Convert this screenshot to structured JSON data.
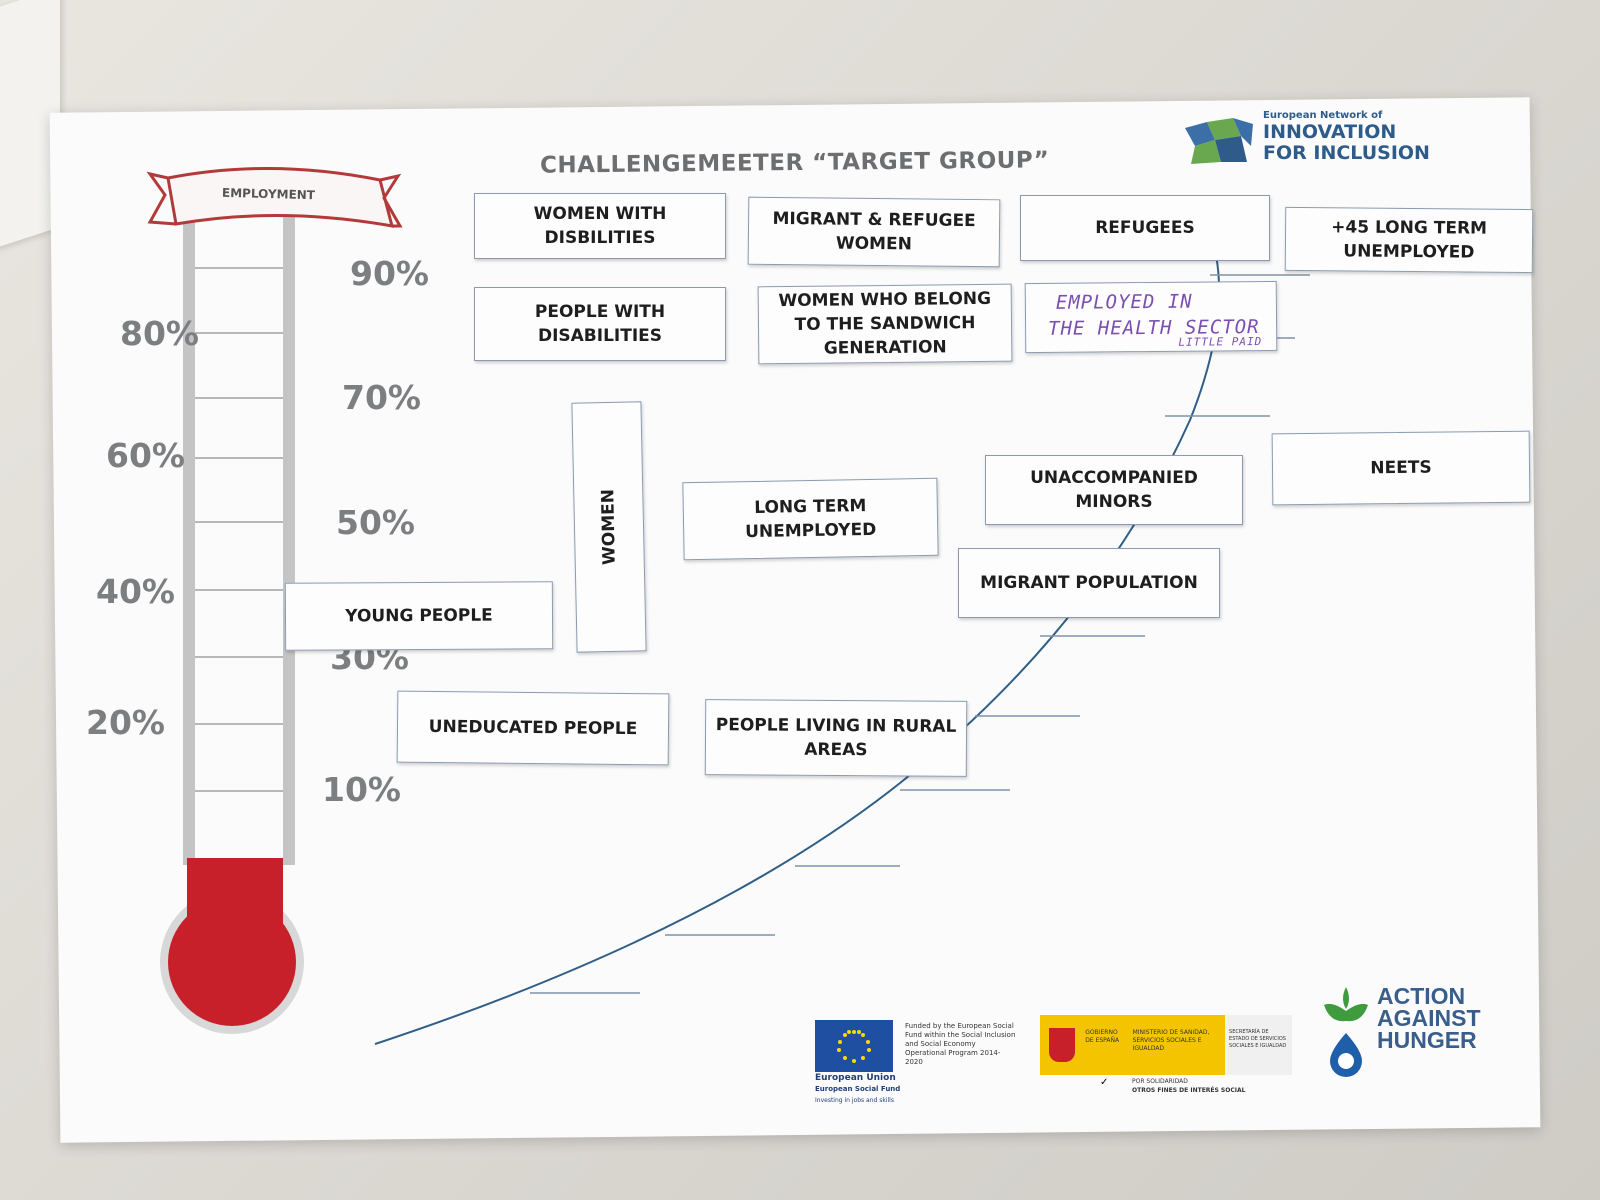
{
  "poster": {
    "title": "CHALLENGEMEETER “TARGET GROUP”",
    "banner": "EMPLOYMENT",
    "logo": {
      "small": "European Network of",
      "line1": "INNOVATION",
      "line2": "FOR INCLUSION"
    },
    "percent_labels_left": [
      "80%",
      "60%",
      "40%",
      "20%"
    ],
    "percent_labels_right": [
      "90%",
      "70%",
      "50%",
      "30%",
      "10%"
    ],
    "thermometer_fill_percent": 10,
    "colors": {
      "thermometer_red": "#c8202a",
      "thermometer_tube": "#bfbfbf",
      "curve": "#2f5f86",
      "logo_blue": "#2e5b8a",
      "logo_green": "#6aa84f",
      "handwriting": "#7a4fb0"
    }
  },
  "cards": {
    "women_disabilities": "WOMEN WITH DISBILITIES",
    "migrant_refugee_women": "MIGRANT & REFUGEE WOMEN",
    "refugees": "REFUGEES",
    "long_term_45": "+45 LONG TERM UNEMPLOYED",
    "people_disabilities": "PEOPLE WITH DISABILITIES",
    "sandwich_generation": "WOMEN WHO BELONG TO THE SANDWICH GENERATION",
    "handwritten_line1": "EMPLOYED IN",
    "handwritten_line2": "THE HEALTH SECTOR",
    "handwritten_line3": "LITTLE PAID",
    "neets": "NEETS",
    "unaccompanied_minors": "UNACCOMPANIED MINORS",
    "women": "WOMEN",
    "long_term_unemployed": "LONG TERM UNEMPLOYED",
    "migrant_population": "MIGRANT POPULATION",
    "young_people": "YOUNG PEOPLE",
    "uneducated_people": "UNEDUCATED PEOPLE",
    "rural_areas": "PEOPLE LIVING IN RURAL AREAS"
  },
  "footer": {
    "eu_label": "European Union",
    "esf_label": "European Social Fund",
    "esf_tagline": "Investing in jobs and skills",
    "funded_text": "Funded by the European Social Fund within the Social Inclusion and Social Economy Operational Program 2014-2020",
    "gobierno": "GOBIERNO DE ESPAÑA",
    "ministerio": "MINISTERIO DE SANIDAD, SERVICIOS SOCIALES E IGUALDAD",
    "secretaria": "SECRETARÍA DE ESTADO DE SERVICIOS SOCIALES E IGUALDAD",
    "solidaridad_1": "POR SOLIDARIDAD",
    "solidaridad_2": "OTROS FINES DE INTERÉS SOCIAL",
    "aah_line1": "ACTION",
    "aah_line2": "AGAINST",
    "aah_line3": "HUNGER"
  }
}
